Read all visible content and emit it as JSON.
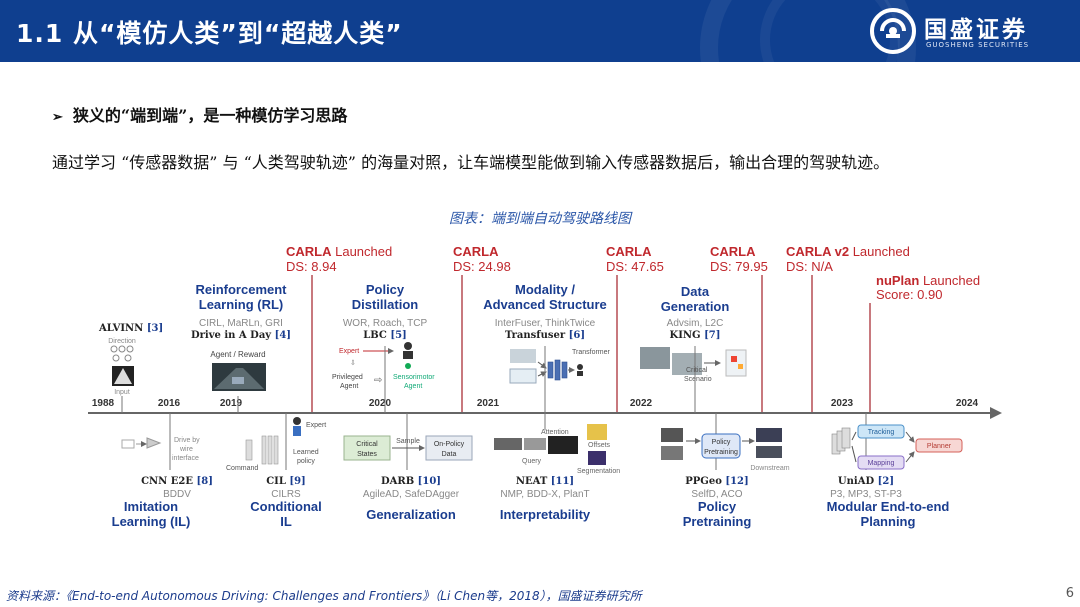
{
  "header": {
    "title": "1.1 从“模仿人类”到“超越人类”",
    "logo_cn": "国盛证券",
    "logo_en": "GUOSHENG SECURITIES",
    "bg_color": "#0f3f8f"
  },
  "bullet": "狭义的“端到端”，是一种模仿学习思路",
  "body_text": "通过学习 “传感器数据” 与 “人类驾驶轨迹” 的海量对照，让车端模型能做到输入传感器数据后，输出合理的驾驶轨迹。",
  "caption": "图表：端到端自动驾驶路线图",
  "diagram": {
    "years": [
      "1988",
      "2016",
      "2019",
      "2020",
      "2021",
      "2022",
      "2023",
      "2024"
    ],
    "milestones": [
      {
        "name": "CARLA",
        "suffix": " Launched",
        "ds": "DS: 8.94"
      },
      {
        "name": "CARLA",
        "suffix": "",
        "ds": "DS: 24.98"
      },
      {
        "name": "CARLA",
        "suffix": "",
        "ds": "DS: 47.65"
      },
      {
        "name": "CARLA",
        "suffix": "",
        "ds": "DS: 79.95"
      },
      {
        "name": "CARLA v2",
        "suffix": " Launched",
        "ds": "DS: N/A"
      },
      {
        "name": "nuPlan",
        "suffix": " Launched",
        "ds": "Score: 0.90"
      }
    ],
    "top_categories": [
      {
        "title": [
          "Reinforcement",
          "Learning (RL)"
        ],
        "methods": "CIRL, MaRLn, GRI",
        "key": "Drive in A Day",
        "ref": "[4]"
      },
      {
        "title": [
          "Policy",
          "Distillation"
        ],
        "methods": "WOR, Roach, TCP",
        "key": "LBC",
        "ref": "[5]"
      },
      {
        "title": [
          "Modality /",
          "Advanced Structure"
        ],
        "methods": "InterFuser, ThinkTwice",
        "key": "Transfuser",
        "ref": "[6]"
      },
      {
        "title": [
          "Data",
          "Generation"
        ],
        "methods": "Advsim, L2C",
        "key": "KING",
        "ref": "[7]"
      }
    ],
    "alvinn": {
      "key": "ALVINN",
      "ref": "[3]",
      "label_top": "Direction",
      "label_bottom": "Input"
    },
    "rl_label": "Agent / Reward",
    "pd_labels": [
      "Expert",
      "Privileged",
      "Agent",
      "Sensorimotor",
      "Agent"
    ],
    "ma_labels": [
      "Transformer"
    ],
    "dg_labels": [
      "Critical",
      "Scenario"
    ],
    "bottom_categories": [
      {
        "key": "CNN E2E",
        "ref": "[8]",
        "methods": "BDDV",
        "title": [
          "Imitation",
          "Learning (IL)"
        ]
      },
      {
        "key": "CIL",
        "ref": "[9]",
        "methods": "CILRS",
        "title": [
          "Conditional",
          "IL"
        ]
      },
      {
        "key": "DARB",
        "ref": "[10]",
        "methods": "AgileAD, SafeDAgger",
        "title": [
          "Generalization"
        ]
      },
      {
        "key": "NEAT",
        "ref": "[11]",
        "methods": "NMP, BDD-X, PlanT",
        "title": [
          "Interpretability"
        ]
      },
      {
        "key": "PPGeo",
        "ref": "[12]",
        "methods": "SelfD, ACO",
        "title": [
          "Policy",
          "Pretraining"
        ]
      },
      {
        "key": "UniAD",
        "ref": "[2]",
        "methods": "P3, MP3, ST-P3",
        "title": [
          "Modular End-to-end",
          "Planning"
        ]
      }
    ],
    "il_labels": [
      "Drive by",
      "wire",
      "interface"
    ],
    "cil_labels": [
      "Expert",
      "Learned",
      "policy",
      "Command"
    ],
    "gen_labels": [
      "Critical",
      "States",
      "Sample",
      "On-Policy",
      "Data"
    ],
    "interp_labels": [
      "Attention",
      "Offsets",
      "Query",
      "Segmentation"
    ],
    "pp_labels": [
      "Policy",
      "Pretraining",
      "Downstream"
    ],
    "mod_labels": [
      "Tracking",
      "Mapping",
      "Planner"
    ],
    "colors": {
      "red": "#c0282d",
      "blue": "#1a3d8f",
      "gray": "#7a7a7a",
      "timeline": "#6d6d6d"
    }
  },
  "footer": "资料来源：《End-to-end Autonomous Driving: Challenges and Frontiers》（Li Chen等，2018），国盛证券研究所",
  "page_number": "6"
}
